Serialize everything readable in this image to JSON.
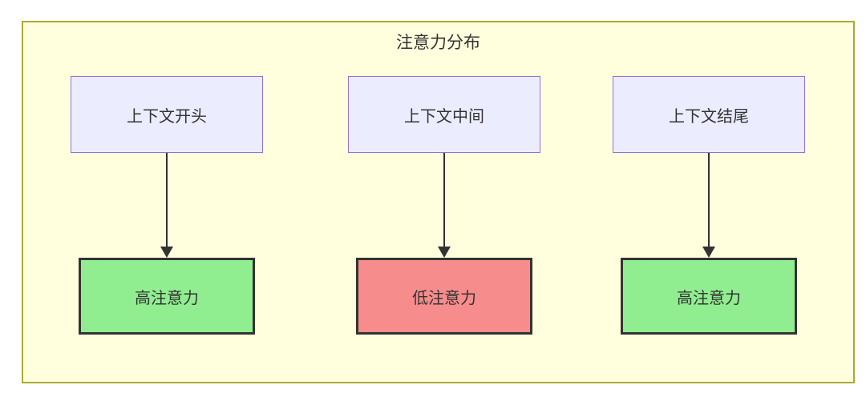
{
  "diagram": {
    "title": "注意力分布",
    "columns": [
      {
        "source": "上下文开头",
        "target": "高注意力",
        "level": "high"
      },
      {
        "source": "上下文中间",
        "target": "低注意力",
        "level": "low"
      },
      {
        "source": "上下文结尾",
        "target": "高注意力",
        "level": "high"
      }
    ]
  },
  "colors": {
    "container-fill": "#FFFFDE",
    "container-border": "#AAAA33",
    "source-fill": "#ECECFF",
    "source-border": "#9370DB",
    "high-fill": "#90EE90",
    "low-fill": "#F78C8C",
    "target-border": "#333333",
    "text": "#333333",
    "arrow": "#333333"
  }
}
